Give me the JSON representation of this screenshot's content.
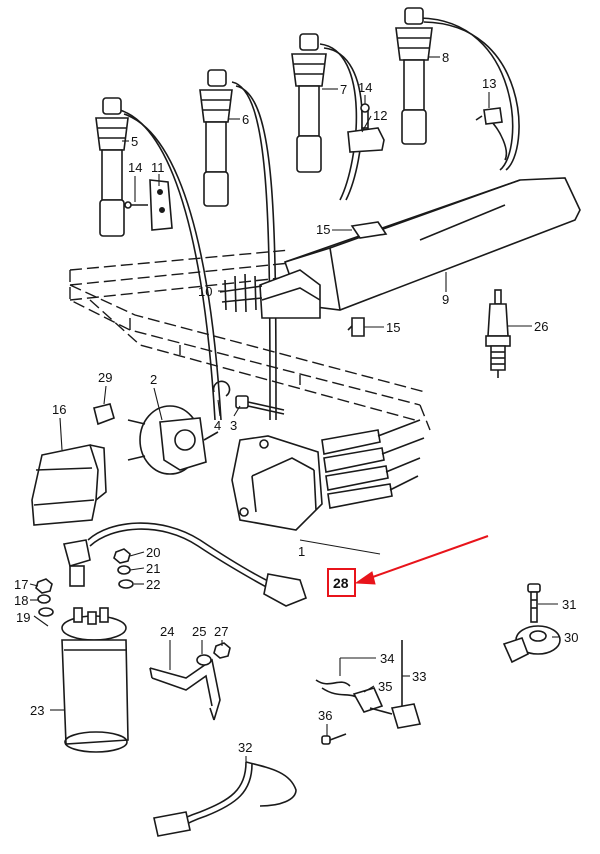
{
  "colors": {
    "line": "#1a1a1a",
    "highlight": "#e8141b",
    "background": "#ffffff"
  },
  "highlighted_part": "28",
  "labels": {
    "p1": "1",
    "p2": "2",
    "p3": "3",
    "p4": "4",
    "p5": "5",
    "p6": "6",
    "p7": "7",
    "p8": "8",
    "p9": "9",
    "p10": "10",
    "p11": "11",
    "p12": "12",
    "p13": "13",
    "p14a": "14",
    "p14b": "14",
    "p15a": "15",
    "p15b": "15",
    "p16": "16",
    "p17": "17",
    "p18": "18",
    "p19": "19",
    "p20": "20",
    "p21": "21",
    "p22": "22",
    "p23": "23",
    "p24": "24",
    "p25": "25",
    "p26": "26",
    "p27": "27",
    "p28": "28",
    "p29": "29",
    "p30": "30",
    "p31": "31",
    "p32": "32",
    "p33": "33",
    "p34": "34",
    "p35": "35",
    "p36": "36"
  }
}
